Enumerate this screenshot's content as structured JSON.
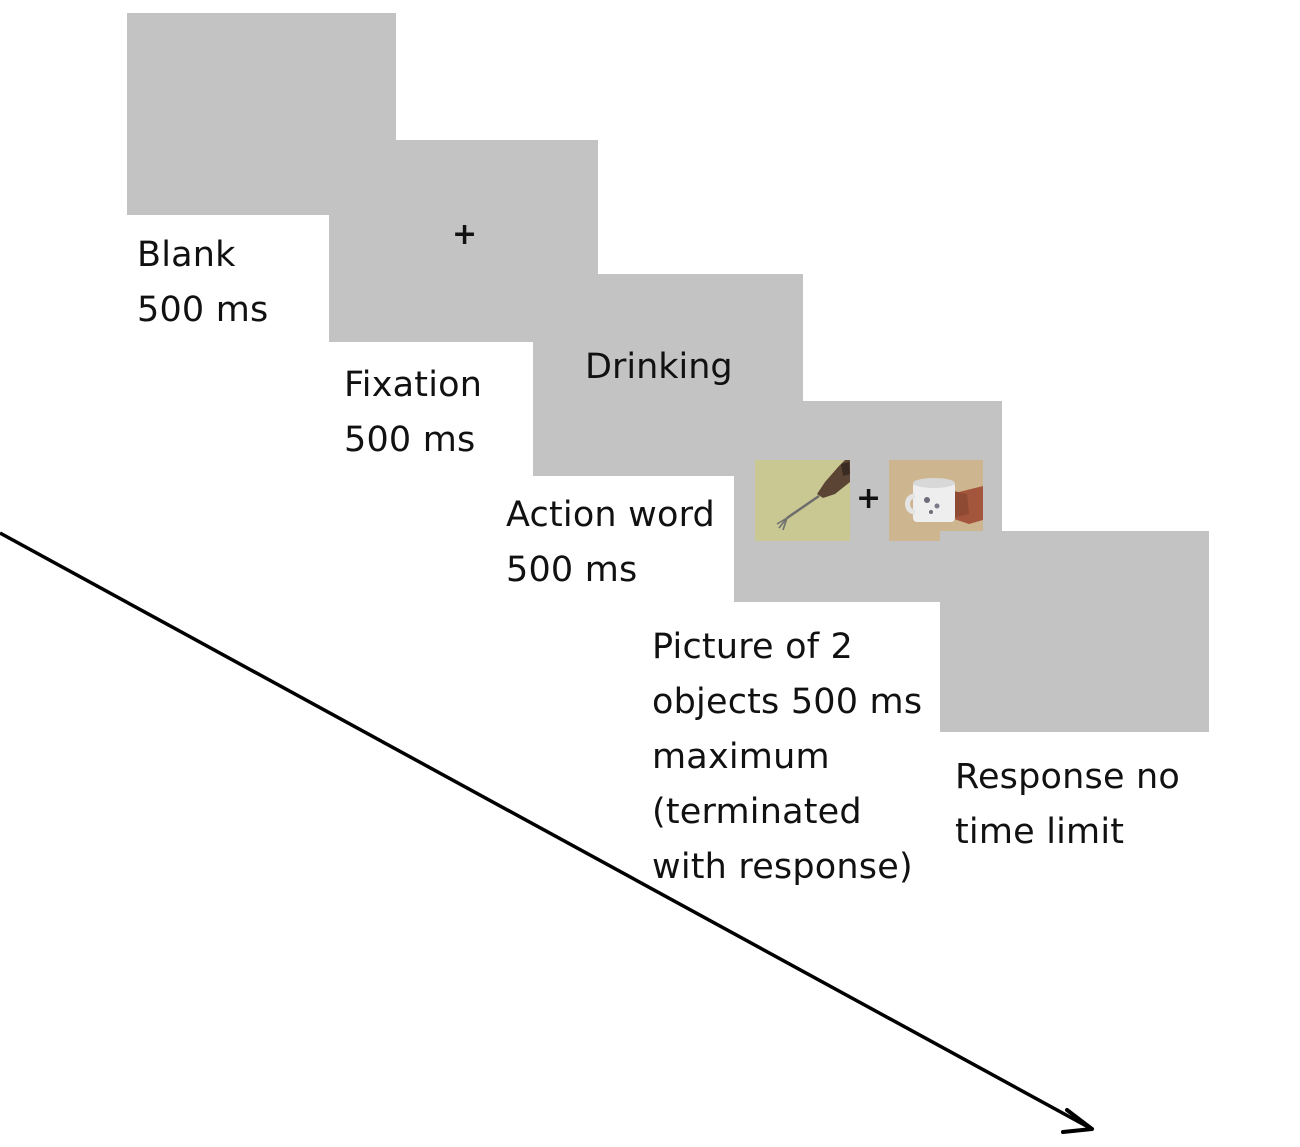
{
  "frames": {
    "blank": {
      "label_line1": "Blank",
      "label_line2": "500 ms"
    },
    "fixation": {
      "symbol": "+",
      "label_line1": "Fixation",
      "label_line2": "500 ms"
    },
    "action_word": {
      "word": "Drinking",
      "label_line1": "Action word",
      "label_line2": "500 ms"
    },
    "picture": {
      "symbol": "+",
      "label_lines": [
        "Picture of 2",
        "objects 500 ms",
        "maximum",
        "(terminated",
        "with response)"
      ],
      "left_photo_icon": "hand-holding-fork",
      "right_photo_icon": "hand-holding-mug"
    },
    "response": {
      "label_line1": "Response no",
      "label_line2": "time limit"
    }
  },
  "colors": {
    "frame": "#c3c3c3",
    "arrow": "#000000",
    "photo_left_bg": "#c9c792",
    "photo_right_bg": "#cdb68f"
  },
  "time_arrow_icon": "time-arrow"
}
